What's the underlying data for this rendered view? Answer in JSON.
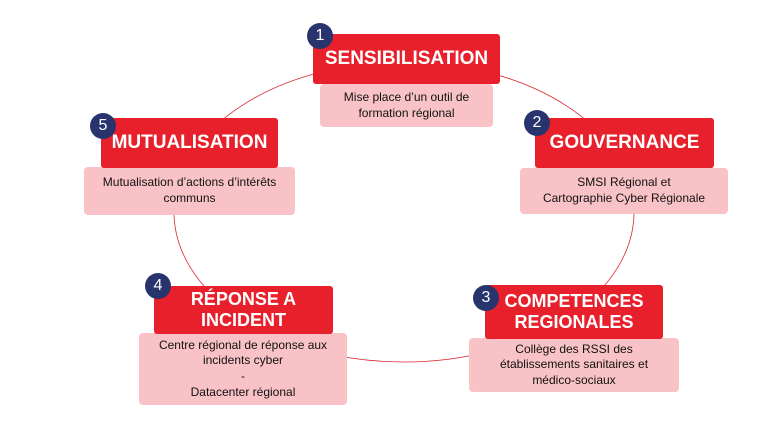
{
  "colors": {
    "title_bg": "#e8202b",
    "desc_bg": "#f9c2c6",
    "badge_bg": "#27346d",
    "ring": "#d9262f"
  },
  "steps": [
    {
      "number": "1",
      "title": "SENSIBILISATION",
      "desc": [
        "Mise place d’un outil de",
        "formation régional"
      ]
    },
    {
      "number": "2",
      "title": "GOUVERNANCE",
      "desc": [
        "SMSI Régional et",
        "Cartographie Cyber Régionale"
      ]
    },
    {
      "number": "3",
      "title": "COMPETENCES REGIONALES",
      "desc": [
        "Collège des RSSI des",
        "établissements sanitaires et",
        "médico-sociaux"
      ]
    },
    {
      "number": "4",
      "title": "RÉPONSE A INCIDENT",
      "desc": [
        "Centre régional de réponse aux",
        "incidents cyber",
        "-",
        "Datacenter régional"
      ]
    },
    {
      "number": "5",
      "title": "MUTUALISATION",
      "desc": [
        "Mutualisation d’actions d’intérêts",
        "communs"
      ]
    }
  ]
}
